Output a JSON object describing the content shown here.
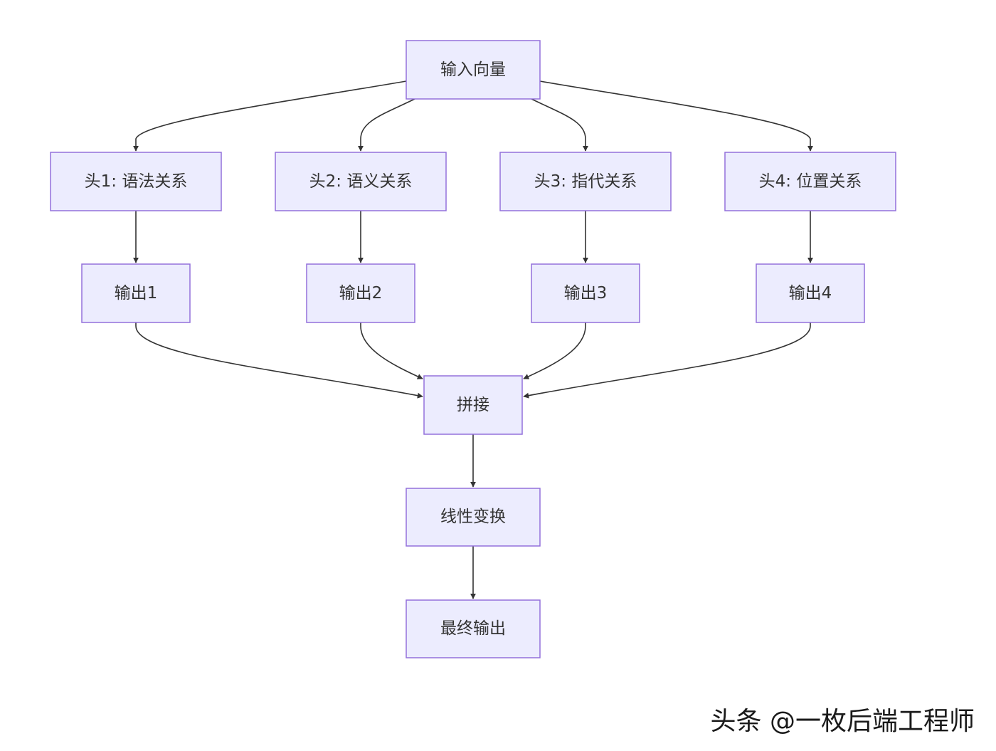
{
  "nodes": {
    "input": "输入向量",
    "head1": "头1: 语法关系",
    "head2": "头2: 语义关系",
    "head3": "头3: 指代关系",
    "head4": "头4: 位置关系",
    "out1": "输出1",
    "out2": "输出2",
    "out3": "输出3",
    "out4": "输出4",
    "concat": "拼接",
    "linear": "线性变换",
    "final": "最终输出"
  },
  "edges": [
    [
      "input",
      "head1"
    ],
    [
      "input",
      "head2"
    ],
    [
      "input",
      "head3"
    ],
    [
      "input",
      "head4"
    ],
    [
      "head1",
      "out1"
    ],
    [
      "head2",
      "out2"
    ],
    [
      "head3",
      "out3"
    ],
    [
      "head4",
      "out4"
    ],
    [
      "out1",
      "concat"
    ],
    [
      "out2",
      "concat"
    ],
    [
      "out3",
      "concat"
    ],
    [
      "out4",
      "concat"
    ],
    [
      "concat",
      "linear"
    ],
    [
      "linear",
      "final"
    ]
  ],
  "colors": {
    "node_fill": "#ececfe",
    "node_stroke": "#9370db",
    "edge": "#333333"
  },
  "watermark": "头条 @一枚后端工程师"
}
